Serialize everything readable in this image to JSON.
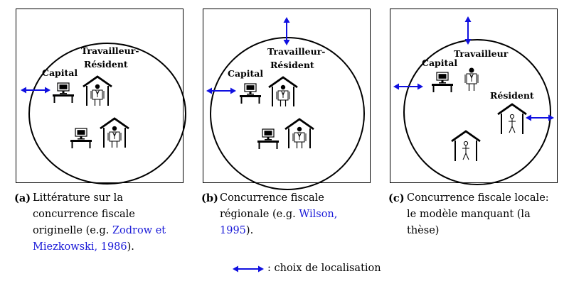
{
  "arrow_color": "#1010e0",
  "panels": [
    {
      "id": "a",
      "labels": {
        "capital": "Capital",
        "worker_top": "Travailleur-",
        "worker_bottom": "Résident"
      },
      "caption": {
        "tag": "(a)",
        "pre": "Littérature sur la concurrence fiscale originelle (e.g. ",
        "cite": "Zodrow et Miezkowski, 1986",
        "post": ")."
      }
    },
    {
      "id": "b",
      "labels": {
        "capital": "Capital",
        "worker_top": "Travailleur-",
        "worker_bottom": "Résident"
      },
      "caption": {
        "tag": "(b)",
        "pre": "Concurrence fiscale régionale (e.g. ",
        "cite": "Wilson, 1995",
        "post": ")."
      }
    },
    {
      "id": "c",
      "labels": {
        "capital": "Capital",
        "worker": "Travailleur",
        "resident": "Résident"
      },
      "caption": {
        "tag": "(c)",
        "text": "Concurrence fiscale locale: le modèle manquant (la thèse)"
      }
    }
  ],
  "legend": {
    "text": ": choix de localisation"
  }
}
